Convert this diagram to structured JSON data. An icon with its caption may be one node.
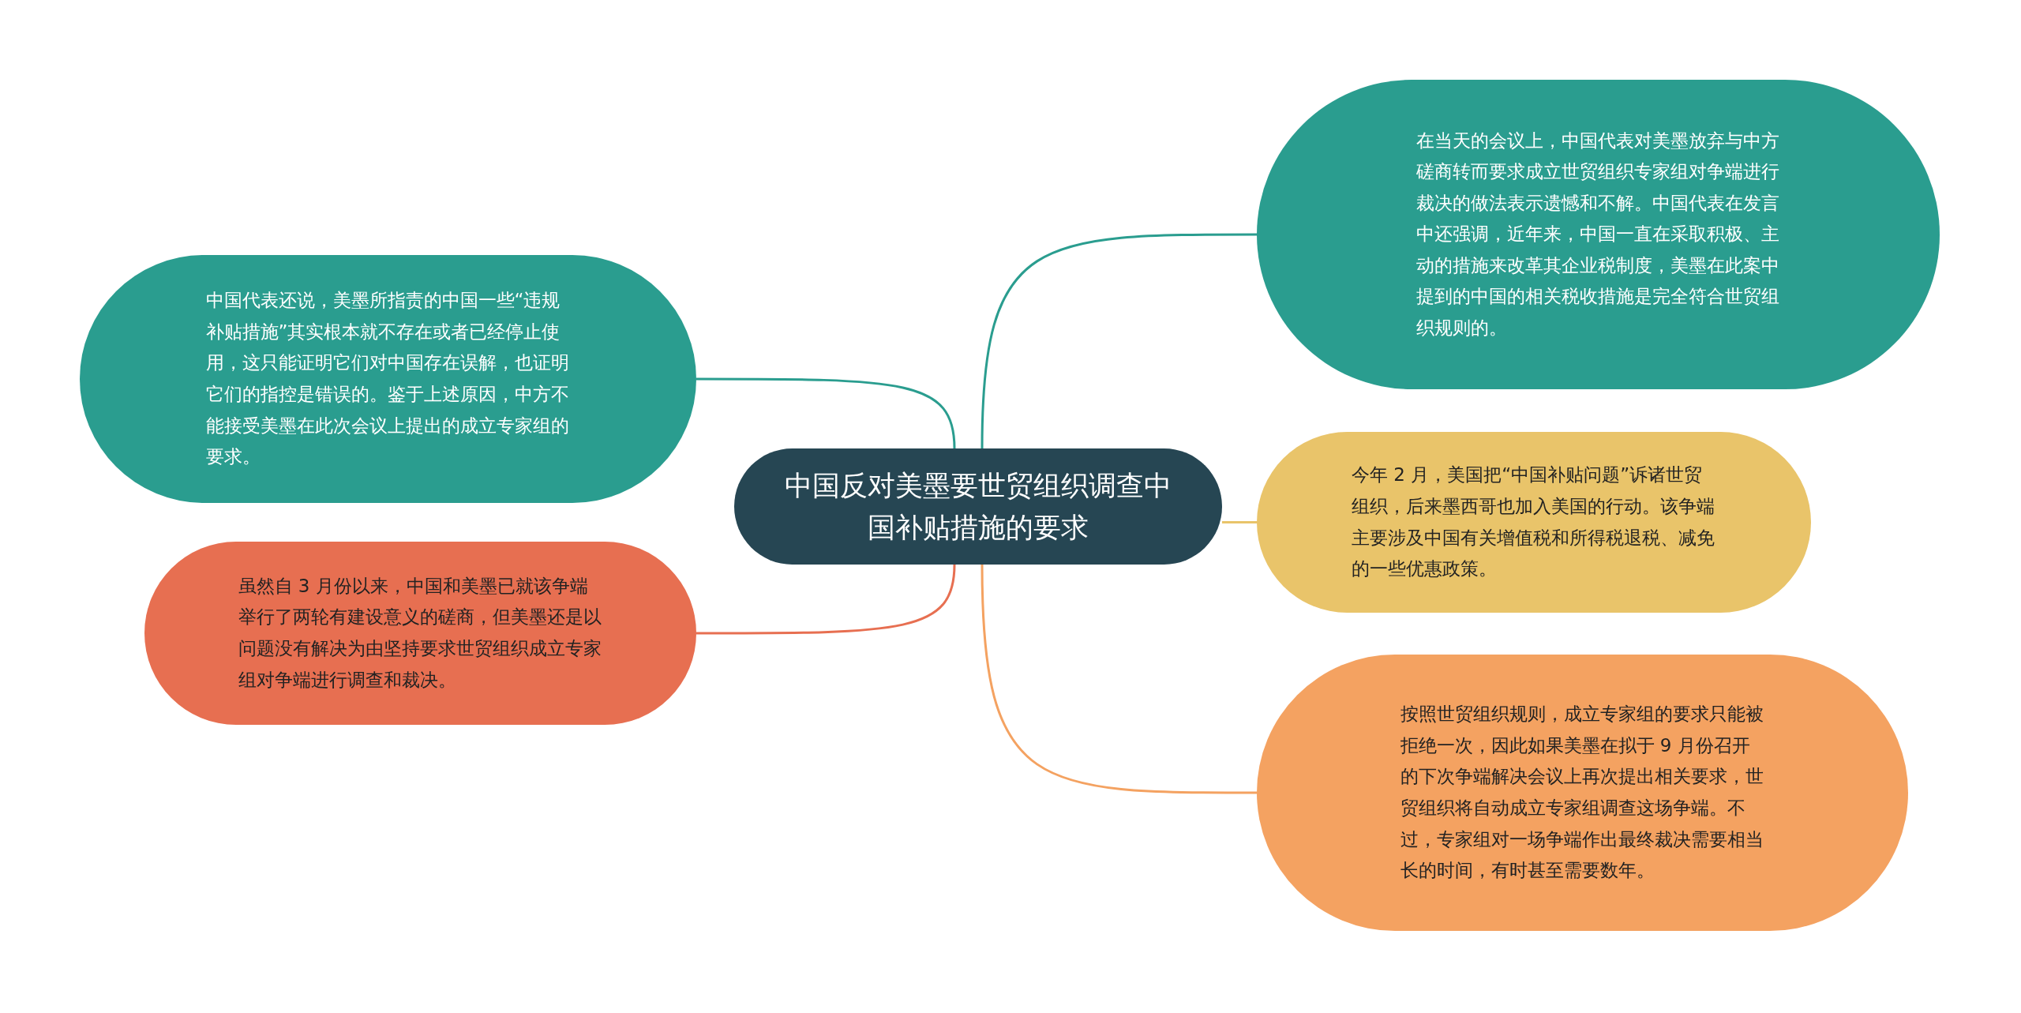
{
  "diagram": {
    "nodes": [
      {
        "text": [
          "中国反对美墨要世贸组织调查中国补贴措施的要求"
        ]
      },
      {
        "text": [
          "在当天的会议上，中国代表对美墨放弃与中方磋商转而要求成立世贸组织专家组对争端进行裁决的做法表示遗憾和不解。中国代表在发言中还强调，近年来，中国一直在采取积极、主动的措施来改革其企业税制度，美墨在此案中提到的中国的相关税收措施是完全符合世贸组织规则的。"
        ]
      },
      {
        "text": [
          "今年 2 月，美国把“中国补贴问题”诉诸世贸组织，后来墨西哥也加入美国的行动。该争端主要涉及中国有关增值税和所得税退税、减免的一些优惠政策。"
        ]
      },
      {
        "text": [
          "按照世贸组织规则，成立专家组的要求只能被拒绝一次，因此如果美墨在拟于 9 月份召开的下次争端解决会议上再次提出相关要求，世贸组织将自动成立专家组调查这场争端。不过，专家组对一场争端作出最终裁决需要相当长的时间，有时甚至需要数年。"
        ]
      },
      {
        "text": [
          "中国代表还说，美墨所指责的中国一些“违规补贴措施”其实根本就不存在或者已经停止使用，这只能证明它们对中国存在误解，也证明它们的指控是错误的。鉴于上述原因，中方不能接受美墨在此次会议上提出的成立专家组的要求。"
        ]
      },
      {
        "text": [
          "虽然自 3 月份以来，中国和美墨已就该争端举行了两轮有建设意义的磋商，但美墨还是以问题没有解决为由坚持要求世贸组织成立专家组对争端进行调查和裁决。"
        ]
      }
    ],
    "edges": [
      {
        "from": 0,
        "to": 1,
        "arrow": "none"
      },
      {
        "from": 0,
        "to": 2,
        "arrow": "none",
        "color": "#e9c46a"
      },
      {
        "from": 0,
        "to": 3,
        "arrow": "none",
        "color": "#f4a261"
      },
      {
        "from": 0,
        "to": 4,
        "arrow": "none"
      },
      {
        "from": 0,
        "to": 5,
        "arrow": "none",
        "color": "#e76f51"
      }
    ]
  }
}
